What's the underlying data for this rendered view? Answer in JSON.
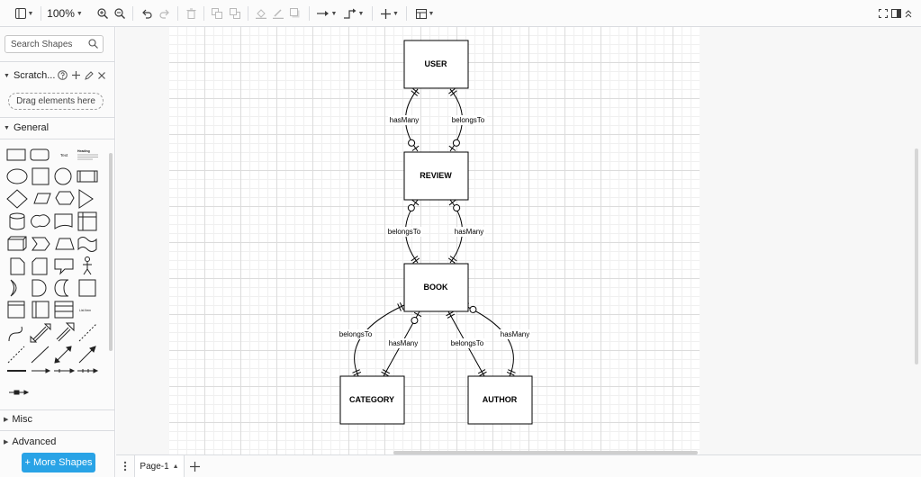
{
  "toolbar": {
    "zoom": "100%",
    "icons": [
      "format-panel-icon",
      "zoom-in-icon",
      "zoom-out-icon",
      "undo-icon",
      "redo-icon",
      "delete-icon",
      "to-front-icon",
      "to-back-icon",
      "fill-color-icon",
      "line-color-icon",
      "shadow-icon",
      "connection-icon",
      "waypoints-icon",
      "insert-icon",
      "table-icon",
      "fullscreen-icon",
      "toggle-panel-icon",
      "collapse-icon"
    ]
  },
  "sidebar": {
    "search_placeholder": "Search Shapes",
    "scratchpad_title": "Scratch...",
    "scratchpad_drop": "Drag elements here",
    "general_title": "General",
    "palette_text_label": "Text",
    "palette_heading_label": "Heading",
    "palette_list_label": "List Item",
    "misc_title": "Misc",
    "advanced_title": "Advanced",
    "more_shapes": "+ More Shapes"
  },
  "diagram": {
    "entities": {
      "user": "USER",
      "review": "REVIEW",
      "book": "BOOK",
      "category": "CATEGORY",
      "author": "AUTHOR"
    },
    "relations": {
      "user_review_left": "hasMany",
      "user_review_right": "belongsTo",
      "review_book_left": "belongsTo",
      "review_book_right": "hasMany",
      "book_category_outer": "belongsTo",
      "book_category_inner": "hasMany",
      "book_author_inner": "belongsTo",
      "book_author_outer": "hasMany"
    }
  },
  "pages": {
    "current": "Page-1"
  }
}
